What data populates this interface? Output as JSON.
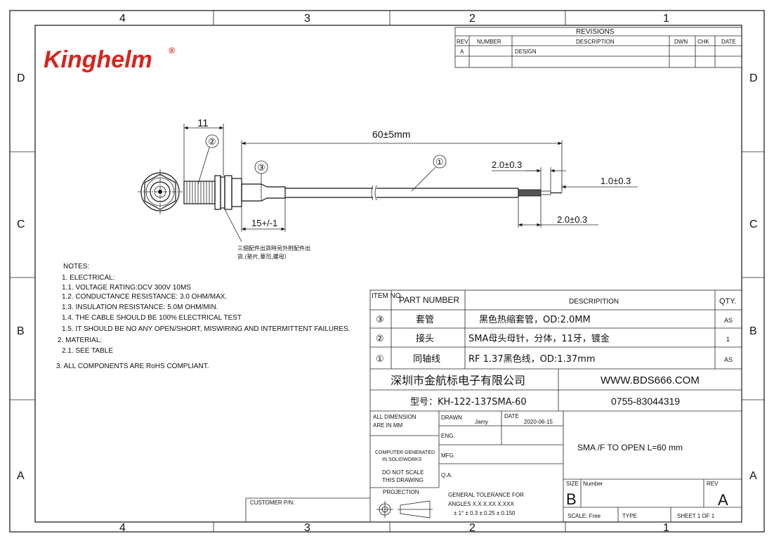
{
  "zones_top": [
    "4",
    "3",
    "2",
    "1"
  ],
  "zones_bottom": [
    "4",
    "3",
    "2",
    "1"
  ],
  "zones_left": [
    "D",
    "C",
    "B",
    "A"
  ],
  "zones_right": [
    "D",
    "C",
    "B",
    "A"
  ],
  "brand": {
    "logo_text": "Kinghelm",
    "registered": "®",
    "color": "#d6241d"
  },
  "revisions": {
    "title": "REVISIONS",
    "headers": [
      "REV",
      "NUMBER",
      "DESCRIPTION",
      "DWN",
      "CHK",
      "DATE"
    ],
    "rows": [
      [
        "A",
        "",
        "DESIGN",
        "",
        "",
        ""
      ]
    ]
  },
  "dimensions": {
    "d11": "11",
    "cable_length": "60±5mm",
    "d_2_0_top": "2.0±0.3",
    "d_1_0": "1.0±0.3",
    "d_2_0_bottom": "2.0±0.3",
    "d_15": "15+/-1"
  },
  "balloons": [
    "①",
    "②",
    "③"
  ],
  "accessory_note": [
    "三個配件出貨時另外附配件出",
    "貨.(墊片,華司,螺母）"
  ],
  "notes": {
    "title": "NOTES:",
    "lines": [
      "1. ELECTRICAL:",
      "1.1. VOLTAGE RATING:DCV 300V 10MS",
      "1.2. CONDUCTANCE RESISTANCE: 3.0 OHM/MAX.",
      "1.3. INSULATION RESISTANCE: 5.0M OHM/MIN.",
      "1.4. THE CABLE SHOULD BE 100% ELECTRICAL TEST",
      "1.5. IT SHOULD BE NO ANY OPEN/SHORT, MISWIRING AND INTERMITTENT FAILURES.",
      "2. MATERIAL:",
      "2.1. SEE TABLE",
      "3. ALL COMPONENTS ARE RoHS COMPLIANT."
    ]
  },
  "bom": {
    "headers": {
      "item": "ITEM NO.",
      "part": "PART NUMBER",
      "desc": "DESCRIPITION",
      "qty": "QTY."
    },
    "rows": [
      {
        "no": "③",
        "part": "套管",
        "desc": "黑色热缩套管，OD:2.0MM",
        "qty": "AS"
      },
      {
        "no": "②",
        "part": "接头",
        "desc": "SMA母头母针，分体，11牙，镀金",
        "qty": "1"
      },
      {
        "no": "①",
        "part": "同轴线",
        "desc": "RF 1.37黑色线，OD:1.37mm",
        "qty": "AS"
      }
    ]
  },
  "company": {
    "name": "深圳市金航标电子有限公司",
    "website": "WWW.BDS666.COM",
    "model": "型号：KH-122-137SMA-60",
    "phone": "0755-83044319"
  },
  "title_block": {
    "all_dimension": "ALL DIMENSION",
    "are_in_mm": "ARE IN MM",
    "drawn_label": "DRAWN",
    "drawn_value": "Jamy",
    "date_label": "DATE",
    "date_value": "2020-06-15",
    "eng": "ENG.",
    "mfg": "MFG.",
    "qa": "Q.A.",
    "computer_generated": "COMPUTER GENERATED",
    "in_solidworks": "IN SOLIDWORKS",
    "do_not_scale": "DO NOT SCALE",
    "this_drawing": "THIS DRAWING",
    "projection": "PROJECTION",
    "title": "SMA /F TO OPEN  L=60 mm",
    "size_label": "SIZE",
    "size_value": "B",
    "number_label": "Number",
    "rev_label": "REV",
    "rev_value": "A",
    "general_tol": "GENERAL TOLERANCE FOR",
    "tol_headers": "ANGLES   X.X    X.XX   X.XXX",
    "tol_values": "± 1°    ± 0.3  ± 0.25  ± 0.150",
    "scale": "SCALE: Free",
    "type": "TYPE",
    "sheet": "SHEET  1   OF  1",
    "customer_pn": "CUSTOMER P/N:"
  }
}
